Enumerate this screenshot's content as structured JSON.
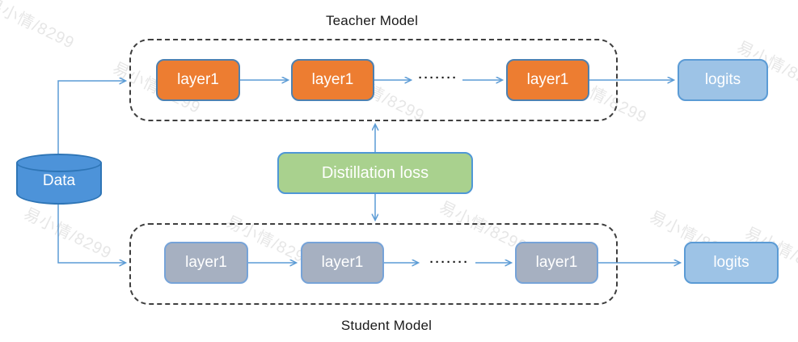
{
  "teacher": {
    "title": "Teacher Model",
    "layers": [
      "layer1",
      "layer1",
      "layer1"
    ],
    "dots": "·······",
    "logits": "logits"
  },
  "student": {
    "title": "Student Model",
    "layers": [
      "layer1",
      "layer1",
      "layer1"
    ],
    "dots": "·······",
    "logits": "logits"
  },
  "data_store": {
    "label": "Data"
  },
  "loss": {
    "label": "Distillation loss"
  },
  "watermark": {
    "text": "易小情/8299"
  },
  "colors": {
    "teacher_layer_fill": "#ED7D31",
    "student_layer_fill": "#A6B0C1",
    "logits_fill": "#9DC3E6",
    "loss_fill": "#A9D18E",
    "data_fill": "#4D93D9",
    "data_border": "#2E75B6",
    "arrow": "#5B9BD5",
    "frame_dash": "#3f3f3f"
  }
}
